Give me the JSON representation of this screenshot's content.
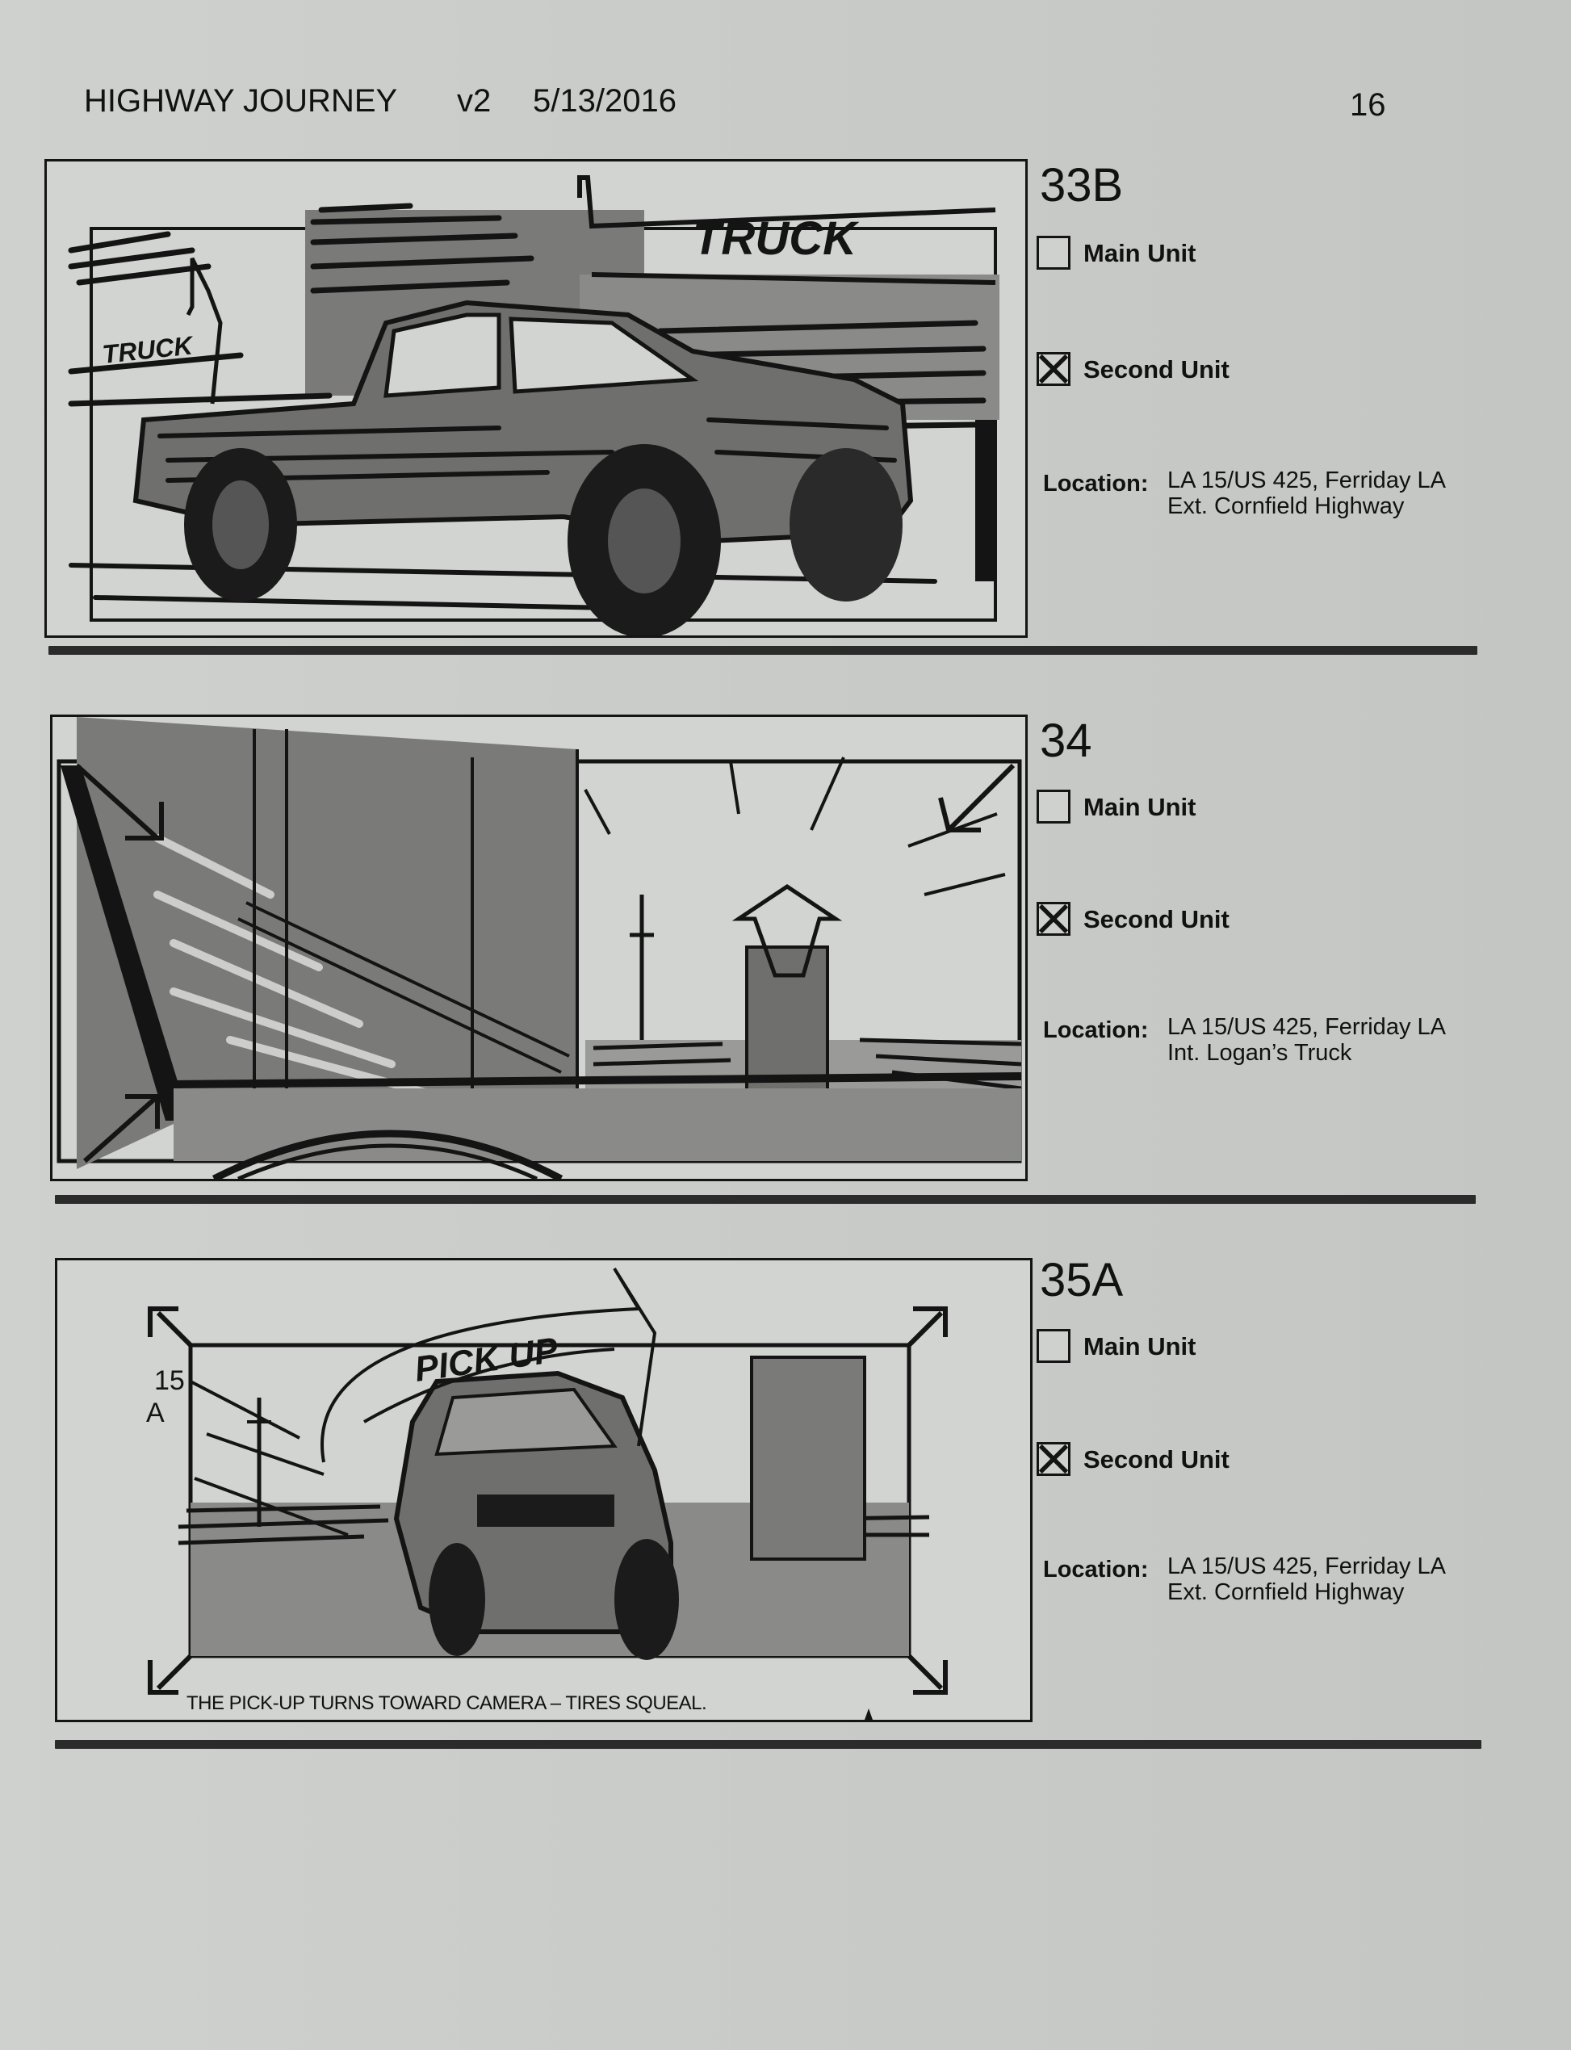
{
  "header": {
    "title": "HIGHWAY JOURNEY",
    "version": "v2",
    "date": "5/13/2016",
    "page_number": "16"
  },
  "panels": [
    {
      "shot": "33B",
      "main_unit": {
        "label": "Main Unit",
        "checked": false
      },
      "second_unit": {
        "label": "Second Unit",
        "checked": true
      },
      "location_label": "Location:",
      "location_line1": "LA 15/US 425, Ferriday LA",
      "location_line2": "Ext. Cornfield Highway",
      "sketch_labels": [
        "TRUCK",
        "TRUCK"
      ],
      "caption": ""
    },
    {
      "shot": "34",
      "main_unit": {
        "label": "Main Unit",
        "checked": false
      },
      "second_unit": {
        "label": "Second Unit",
        "checked": true
      },
      "location_label": "Location:",
      "location_line1": "LA 15/US 425, Ferriday LA",
      "location_line2": "Int. Logan’s Truck",
      "sketch_labels": [],
      "caption": ""
    },
    {
      "shot": "35A",
      "main_unit": {
        "label": "Main Unit",
        "checked": false
      },
      "second_unit": {
        "label": "Second Unit",
        "checked": true
      },
      "location_label": "Location:",
      "location_line1": "LA 15/US 425, Ferriday LA",
      "location_line2": "Ext. Cornfield Highway",
      "sketch_labels": [
        "PICK UP",
        "15",
        "A"
      ],
      "caption": "THE PICK-UP TURNS TOWARD CAMERA – TIRES SQUEAL."
    }
  ],
  "colors": {
    "paper": "#c9cbc8",
    "ink": "#141414",
    "separator": "#2a2b2a",
    "sketch_gray": "#7a7b79"
  }
}
